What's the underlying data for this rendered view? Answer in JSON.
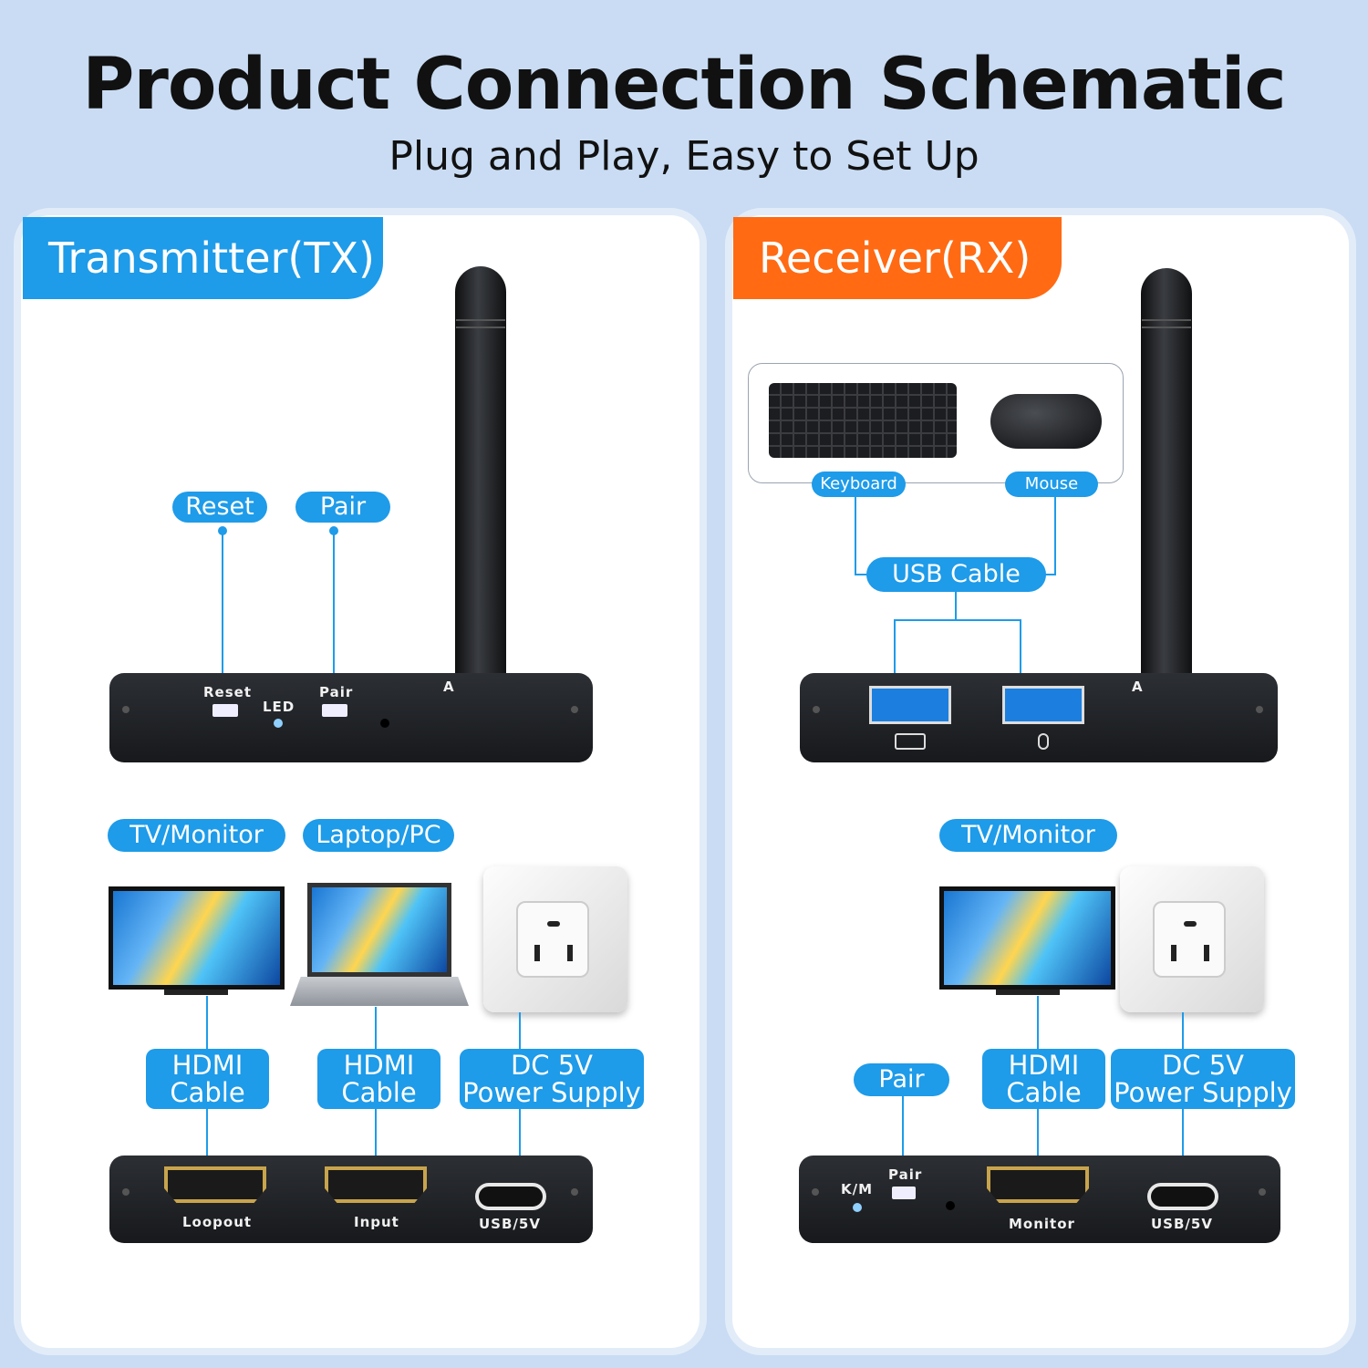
{
  "header": {
    "title": "Product Connection Schematic",
    "subtitle": "Plug and Play, Easy to Set Up"
  },
  "transmitter": {
    "tag": "Transmitter(TX)",
    "tag_color": "#1e9be9",
    "callouts": {
      "reset": "Reset",
      "pair": "Pair"
    },
    "top_device": {
      "reset": "Reset",
      "led": "LED",
      "pair": "Pair",
      "ant": "A"
    },
    "sources": {
      "tv": "TV/Monitor",
      "laptop": "Laptop/PC"
    },
    "cables": {
      "hdmi1": "HDMI\nCable",
      "hdmi2": "HDMI\nCable",
      "power": "DC 5V\nPower Supply"
    },
    "bottom_device": {
      "loopout": "Loopout",
      "input": "Input",
      "usb": "USB/5V"
    }
  },
  "receiver": {
    "tag": "Receiver(RX)",
    "tag_color": "#ff6a13",
    "peripherals": {
      "keyboard": "Keyboard",
      "mouse": "Mouse"
    },
    "usb_cable": "USB Cable",
    "top_device": {
      "ant": "A"
    },
    "sources": {
      "tv": "TV/Monitor"
    },
    "cables": {
      "pair": "Pair",
      "hdmi": "HDMI\nCable",
      "power": "DC 5V\nPower Supply"
    },
    "bottom_device": {
      "km": "K/M",
      "pair": "Pair",
      "monitor": "Monitor",
      "usb": "USB/5V"
    }
  }
}
